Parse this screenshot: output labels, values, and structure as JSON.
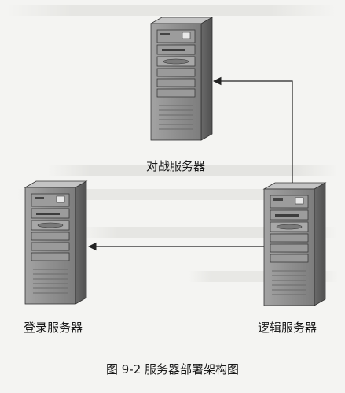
{
  "diagram": {
    "nodes": [
      {
        "id": "battle",
        "label": "对战服务器"
      },
      {
        "id": "login",
        "label": "登录服务器"
      },
      {
        "id": "logic",
        "label": "逻辑服务器"
      }
    ],
    "edges": [
      {
        "from": "logic",
        "to": "battle"
      },
      {
        "from": "logic",
        "to": "login"
      }
    ],
    "caption": "图 9-2  服务器部署架构图"
  },
  "colors": {
    "server_front": "#8c8c8c",
    "server_side": "#6e6e6e",
    "server_top": "#b5b5b5",
    "panel": "#9a9a9a",
    "line": "#222222"
  }
}
